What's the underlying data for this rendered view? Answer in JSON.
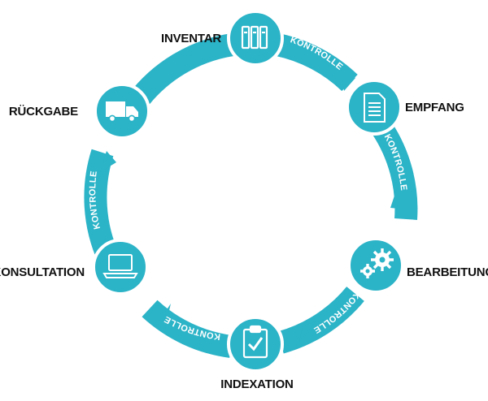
{
  "colors": {
    "accent": "#2bb3c7",
    "accent_dark": "#23a2b5",
    "label": "#111111",
    "background": "#ffffff"
  },
  "stages": [
    {
      "id": "inventar",
      "label": "INVENTAR",
      "icon": "binders-icon"
    },
    {
      "id": "empfang",
      "label": "EMPFANG",
      "icon": "document-icon"
    },
    {
      "id": "bearbeitung",
      "label": "BEARBEITUNG",
      "icon": "gears-icon"
    },
    {
      "id": "indexation",
      "label": "INDEXATION",
      "icon": "clipboard-check-icon"
    },
    {
      "id": "konsultation",
      "label": "KONSULTATION",
      "icon": "laptop-icon"
    },
    {
      "id": "rueckgabe",
      "label": "RÜCKGABE",
      "icon": "truck-icon"
    }
  ],
  "connectors": [
    {
      "from": "inventar",
      "to": "empfang",
      "label": "KONTROLLE"
    },
    {
      "from": "empfang",
      "to": "bearbeitung",
      "label": "KONTROLLE"
    },
    {
      "from": "bearbeitung",
      "to": "indexation",
      "label": "KONTROLLE"
    },
    {
      "from": "indexation",
      "to": "konsultation",
      "label": "KONTROLLE"
    },
    {
      "from": "konsultation",
      "to": "rueckgabe",
      "label": "KONTROLLE"
    }
  ]
}
